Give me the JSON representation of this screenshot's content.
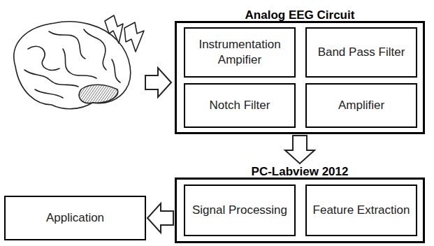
{
  "diagram": {
    "nodes": [
      {
        "text": [
          "Analog EEG Circuit"
        ]
      },
      {
        "text": [
          "Instrumentation Ampifier"
        ],
        "in": 0
      },
      {
        "text": [
          "Band Pass Filter"
        ],
        "in": 0
      },
      {
        "text": [
          "Notch Filter"
        ],
        "in": 0
      },
      {
        "text": [
          "Amplifier"
        ],
        "in": 0
      },
      {
        "text": [
          "PC-Labview 2012"
        ]
      },
      {
        "text": [
          "Signal Processing"
        ],
        "in": 5
      },
      {
        "text": [
          "Feature Extraction"
        ],
        "in": 5
      },
      {
        "text": [
          "Application"
        ]
      }
    ],
    "edges": [
      {
        "from": 0,
        "to": 5,
        "arrow": "to"
      },
      {
        "from": 5,
        "to": 8,
        "arrow": "to"
      }
    ]
  }
}
